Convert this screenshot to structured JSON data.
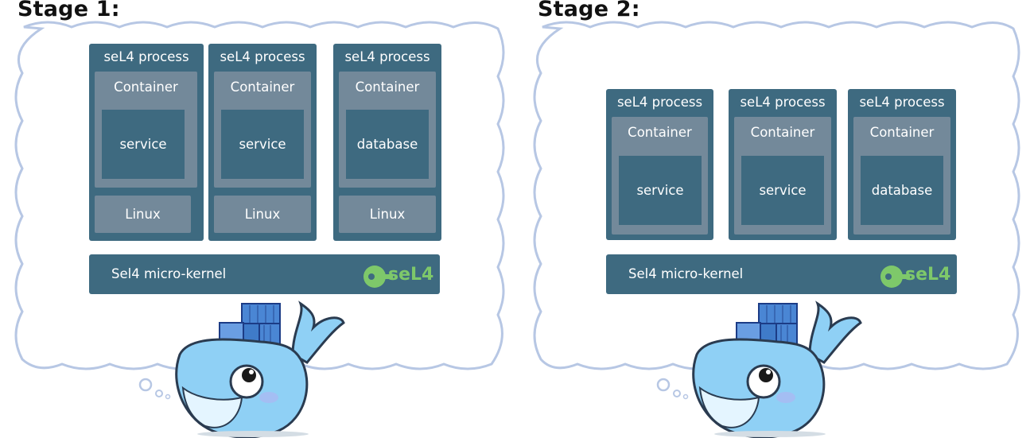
{
  "stage1": {
    "title": "Stage 1:",
    "processes": [
      {
        "process_label": "seL4 process",
        "container_label": "Container",
        "inner_label": "service",
        "os_label": "Linux"
      },
      {
        "process_label": "seL4 process",
        "container_label": "Container",
        "inner_label": "service",
        "os_label": "Linux"
      },
      {
        "process_label": "seL4 process",
        "container_label": "Container",
        "inner_label": "database",
        "os_label": "Linux"
      }
    ],
    "kernel_label": "Sel4 micro-kernel",
    "logo_text": "seL4"
  },
  "stage2": {
    "title": "Stage 2:",
    "processes": [
      {
        "process_label": "seL4 process",
        "container_label": "Container",
        "inner_label": "service"
      },
      {
        "process_label": "seL4 process",
        "container_label": "Container",
        "inner_label": "service"
      },
      {
        "process_label": "seL4 process",
        "container_label": "Container",
        "inner_label": "database"
      }
    ],
    "kernel_label": "Sel4 micro-kernel",
    "logo_text": "seL4"
  },
  "colors": {
    "box_dark": "#3e6a80",
    "box_light": "#73899a",
    "logo_green": "#7ec86a",
    "whale_blue": "#8fd0f5",
    "cloud_outline": "#b7c7e4"
  },
  "icons": [
    "thought-cloud",
    "docker-whale-mascot",
    "sel4-key-logo"
  ]
}
